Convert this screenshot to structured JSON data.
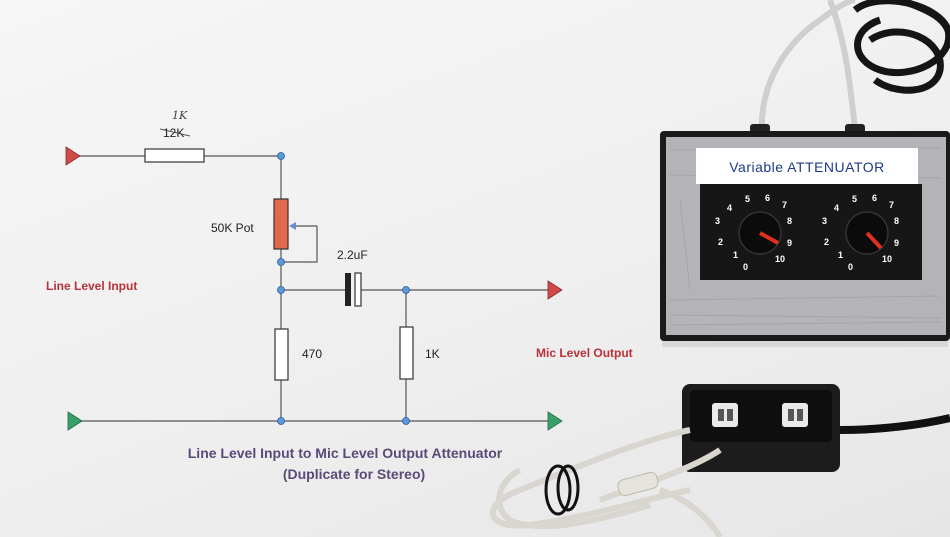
{
  "schematic": {
    "r1_value": "12K",
    "r1_handwritten": "1K",
    "pot_label": "50K Pot",
    "cap_label": "2.2uF",
    "r2_label": "470",
    "r3_label": "1K",
    "input_label": "Line Level Input",
    "output_label": "Mic Level Output",
    "caption_line1": "Line Level Input to Mic Level Output Attenuator",
    "caption_line2": "(Duplicate for Stereo)"
  },
  "device": {
    "title": "Variable ATTENUATOR",
    "dial_numbers": [
      "0",
      "1",
      "2",
      "3",
      "4",
      "5",
      "6",
      "7",
      "8",
      "9",
      "10"
    ]
  },
  "colors": {
    "input_arrow": "#d04a4a",
    "ground_arrow": "#3aa06a",
    "pot_fill": "#e06a4a",
    "node": "#5a9ad8",
    "caption": "#5a4a78",
    "red_label": "#b8323a"
  }
}
